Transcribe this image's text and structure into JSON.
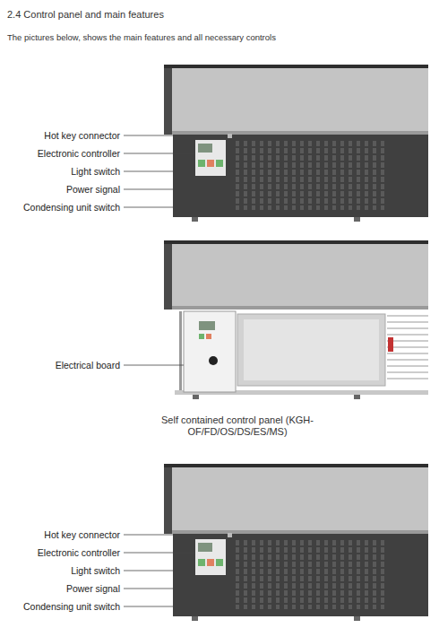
{
  "diagram": {
    "title": "2.4 Control panel and main features",
    "labels": [
      "The pictures below, shows the main features and all necessary controls",
      "Hot key connector",
      "Electronic controller",
      "Light switch",
      "Power signal",
      "Condensing unit switch",
      "Electrical board",
      "Self contained control panel (KGH-OF/FD/OS/DS/ES/MS)",
      "Hot key connector",
      "Electronic controller",
      "Light switch",
      "Power signal",
      "Condensing unit switch"
    ]
  }
}
